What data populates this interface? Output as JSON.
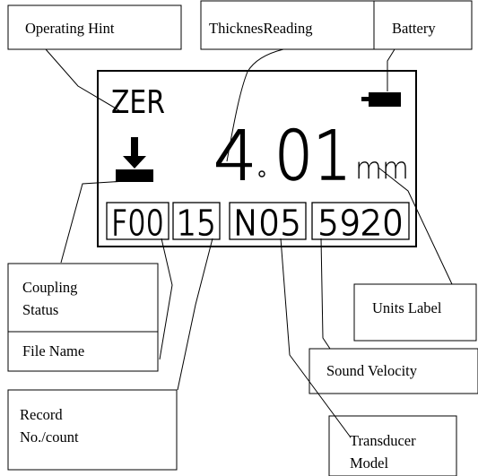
{
  "labels": {
    "operating_hint": "Operating Hint",
    "thickness_reading": "ThicknesReading",
    "battery": "Battery",
    "coupling_status_line1": "Coupling",
    "coupling_status_line2": "Status",
    "file_name": "File Name",
    "units_label": "Units Label",
    "sound_velocity": "Sound Velocity",
    "record_line1": "Record",
    "record_line2": "No./count",
    "transducer_line1": "Transducer",
    "transducer_line2": "Model"
  },
  "lcd": {
    "hint_text": "ZER",
    "reading_int": "4",
    "reading_frac": "01",
    "unit": "mm",
    "file": "F00",
    "record": "15",
    "transducer": "N05",
    "velocity": "5920"
  },
  "icons": {
    "coupling": "coupling-arrow-icon",
    "battery": "battery-icon"
  },
  "colors": {
    "ink": "#000000",
    "background": "#ffffff"
  }
}
